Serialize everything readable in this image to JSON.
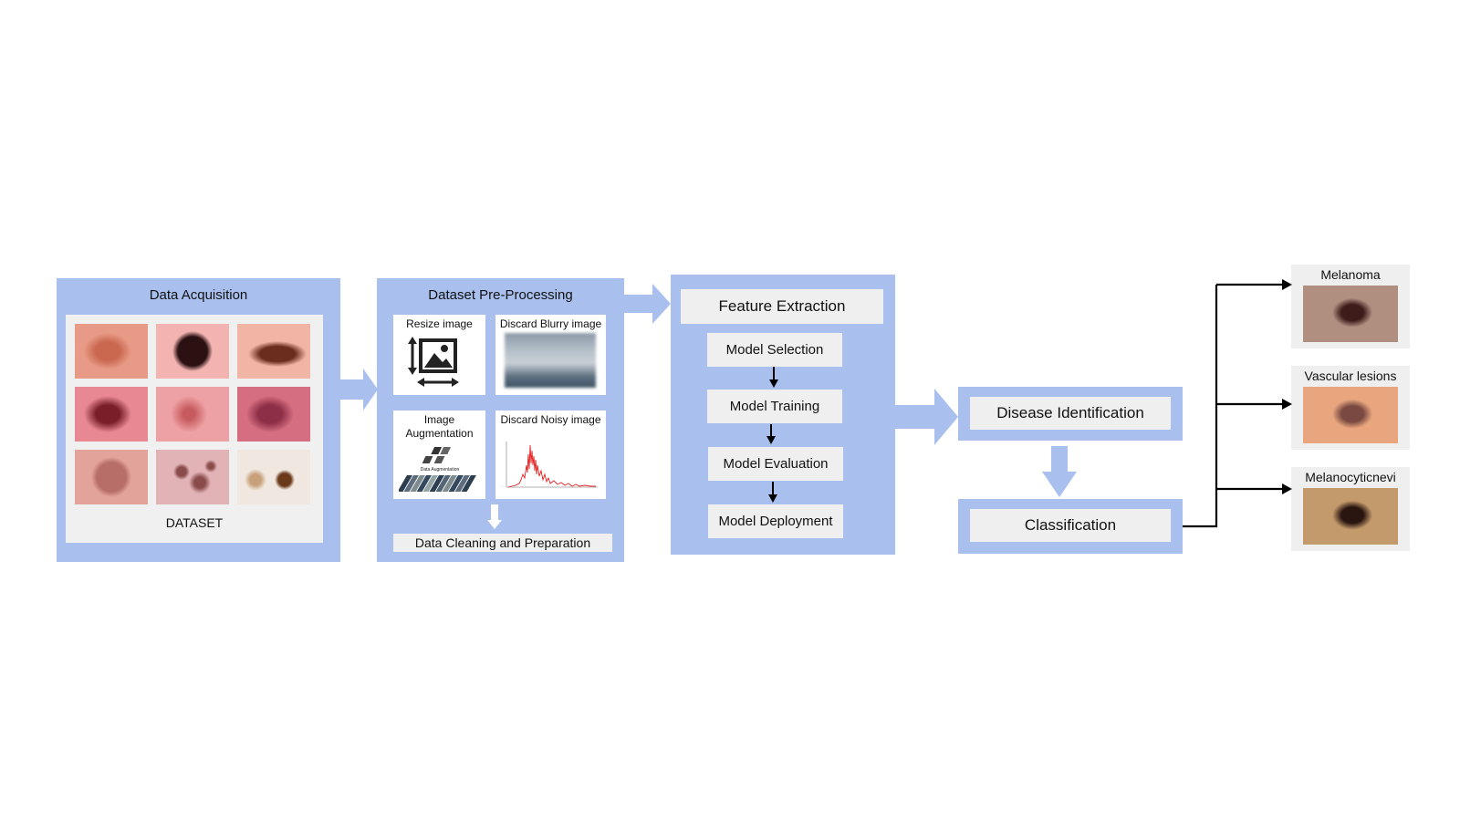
{
  "acquisition": {
    "title": "Data Acquisition",
    "dataset_label": "DATASET",
    "thumbnails": [
      {
        "base": "#e79a86",
        "spot": "#c9674f",
        "shape": "blotch"
      },
      {
        "base": "#f2b3b1",
        "spot": "#2b1112",
        "shape": "round"
      },
      {
        "base": "#f0b5a4",
        "spot": "#6a2e1f",
        "shape": "oval"
      },
      {
        "base": "#e88893",
        "spot": "#7a1f2a",
        "shape": "blotch"
      },
      {
        "base": "#eea1a4",
        "spot": "#c65a5e",
        "shape": "faint"
      },
      {
        "base": "#d56e80",
        "spot": "#8e2f48",
        "shape": "blotch"
      },
      {
        "base": "#e2a39a",
        "spot": "#b86e68",
        "shape": "round"
      },
      {
        "base": "#e1b2b6",
        "spot": "#8a4b4b",
        "shape": "speckle"
      },
      {
        "base": "#f0e8e0",
        "spot": "#6b3a1a",
        "shape": "small"
      }
    ]
  },
  "preprocessing": {
    "title": "Dataset Pre-Processing",
    "resize": {
      "label": "Resize image",
      "icon": "resize-image-icon"
    },
    "blurry": {
      "label": "Discard Blurry image"
    },
    "augmentation": {
      "label_line1": "Image",
      "label_line2": "Augmentation",
      "caption": "Data Augmentation"
    },
    "noisy": {
      "label": "Discard Noisy image"
    },
    "cleaning": "Data Cleaning and Preparation"
  },
  "feature": {
    "title": "Feature Extraction",
    "steps": [
      "Model Selection",
      "Model Training",
      "Model Evaluation",
      "Model Deployment"
    ]
  },
  "disease_identification": "Disease Identification",
  "classification": "Classification",
  "classes": [
    {
      "label": "Melanoma",
      "skin": "#b08e80",
      "spot": "#3d1c1a"
    },
    {
      "label": "Vascular lesions",
      "skin": "#e8a57e",
      "spot": "#7a4a42"
    },
    {
      "label": "Melanocyticnevi",
      "skin": "#c39a6b",
      "spot": "#2a1611"
    }
  ],
  "colors": {
    "panel": "#a9c0ef",
    "box": "#efefef",
    "arrow": "#a9c0ef",
    "line": "#000000"
  }
}
